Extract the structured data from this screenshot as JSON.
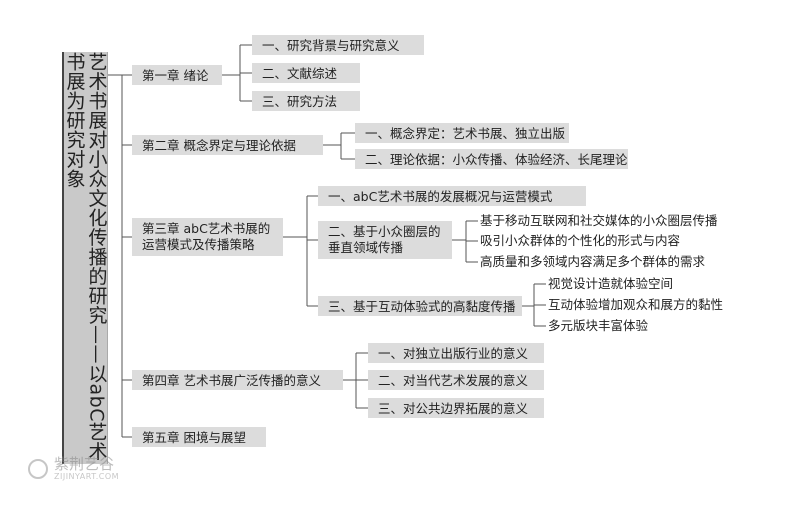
{
  "root_title": "艺术书展对小众文化传播的研究——以abC艺术书展为研究对象",
  "chapters": [
    {
      "label": "第一章 绪论",
      "sections": [
        "一、研究背景与研究意义",
        "二、文献综述",
        "三、研究方法"
      ]
    },
    {
      "label": "第二章 概念界定与理论依据",
      "sections": [
        "一、概念界定：艺术书展、独立出版",
        "二、理论依据：小众传播、体验经济、长尾理论"
      ]
    },
    {
      "label": "第三章 abC艺术书展的运营模式及传播策略",
      "sections": [
        {
          "label": "一、abC艺术书展的发展概况与运营模式",
          "items": []
        },
        {
          "label": "二、基于小众圈层的垂直领域传播",
          "items": [
            "基于移动互联网和社交媒体的小众圈层传播",
            "吸引小众群体的个性化的形式与内容",
            "高质量和多领域内容满足多个群体的需求"
          ]
        },
        {
          "label": "三、基于互动体验式的高黏度传播",
          "items": [
            "视觉设计造就体验空间",
            "互动体验增加观众和展方的黏性",
            "多元版块丰富体验"
          ]
        }
      ]
    },
    {
      "label": "第四章 艺术书展广泛传播的意义",
      "sections": [
        "一、对独立出版行业的意义",
        "二、对当代艺术发展的意义",
        "三、对公共边界拓展的意义"
      ]
    },
    {
      "label": "第五章 困境与展望",
      "sections": []
    }
  ],
  "watermark": {
    "name": "紫荆艺谷",
    "url": "ZIJINYART.COM"
  }
}
